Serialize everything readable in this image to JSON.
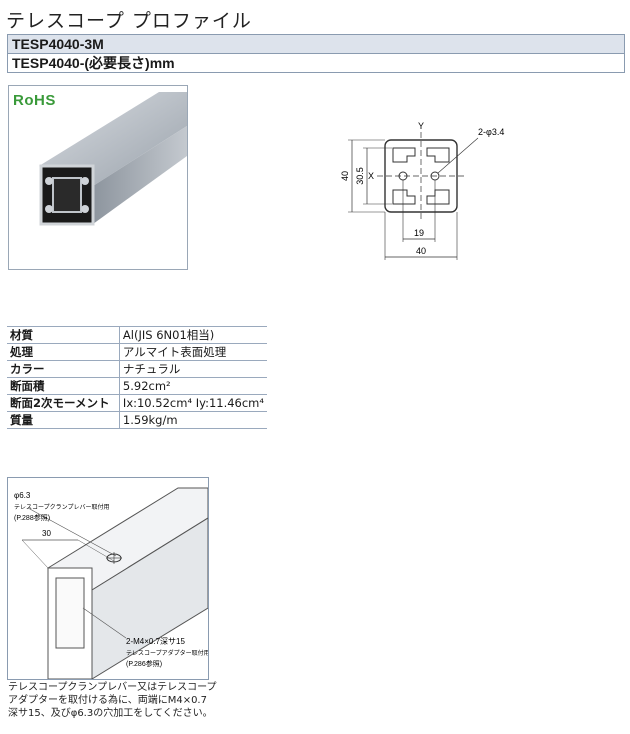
{
  "page": {
    "title": "テレスコープ プロファイル",
    "model": "TESP4040-3M",
    "model_variant": "TESP4040-(必要長さ)mm",
    "rohs": "RoHS"
  },
  "section_drawing": {
    "axis_y": "Y",
    "axis_x": "X",
    "hole_note": "2-φ3.4",
    "dim_height": "40",
    "dim_inner_height": "30.5",
    "dim_hole_pitch": "19",
    "dim_width": "40"
  },
  "specs": [
    {
      "label": "材質",
      "value": "Al(JIS 6N01相当)"
    },
    {
      "label": "処理",
      "value": "アルマイト表面処理"
    },
    {
      "label": "カラー",
      "value": "ナチュラル"
    },
    {
      "label": "断面積",
      "value": "5.92cm²"
    },
    {
      "label": "断面2次モーメント",
      "value": "Ix:10.52cm⁴  Iy:11.46cm⁴"
    },
    {
      "label": "質量",
      "value": "1.59kg/m"
    }
  ],
  "machining_drawing": {
    "hole_label": "φ6.3",
    "hole_use": "テレスコープクランプレバー取付用",
    "hole_ref": "(P.288参照)",
    "dim_offset": "30",
    "tap_label": "2-M4×0.7深サ15",
    "tap_use": "テレスコープアダプター取付用",
    "tap_ref": "(P.286参照)"
  },
  "note_lines": [
    "テレスコープクランプレバー又はテレスコープ",
    "アダプターを取付ける為に、両端にM4×0.7",
    "深サ15、及びφ6.3の穴加工をしてください。"
  ],
  "colors": {
    "header_bg": "#dde3ec",
    "border": "#8a9bb0",
    "rohs_green": "#3a9a3a"
  }
}
